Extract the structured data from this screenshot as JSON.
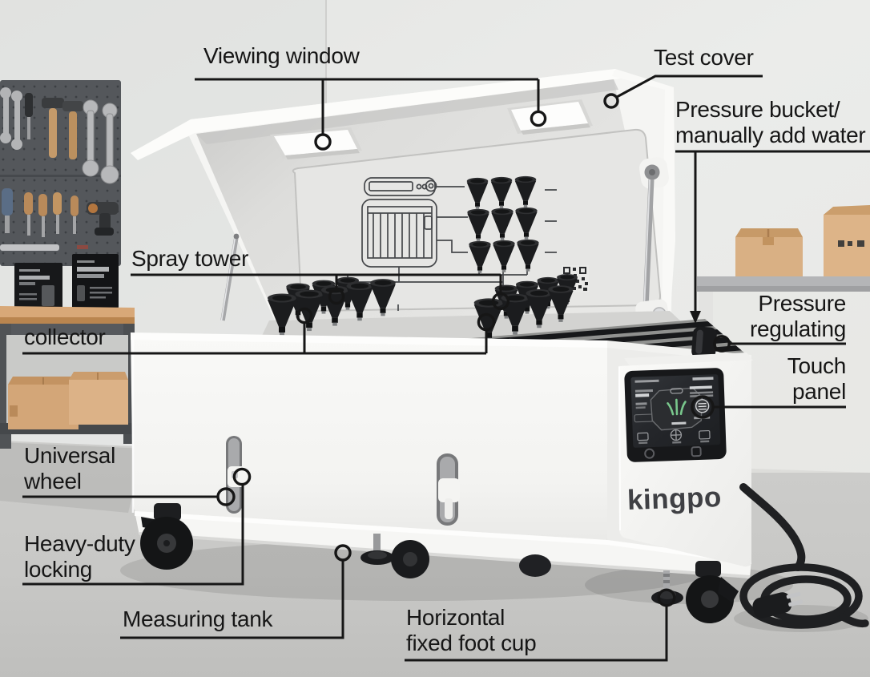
{
  "annotations": {
    "viewing_window": "Viewing window",
    "test_cover": "Test cover",
    "pressure_bucket": {
      "line1": "Pressure bucket/",
      "line2": "manually add water"
    },
    "spray_tower": "Spray tower",
    "collector": "collector",
    "pressure_regulating": {
      "line1": "Pressure",
      "line2": "regulating"
    },
    "touch_panel": {
      "line1": "Touch",
      "line2": "panel"
    },
    "universal_wheel": {
      "line1": "Universal",
      "line2": "wheel"
    },
    "heavy_duty_locking": {
      "line1": "Heavy-duty",
      "line2": "locking"
    },
    "measuring_tank": "Measuring tank",
    "horizontal_fixed_foot_cup": {
      "line1": "Horizontal",
      "line2": "fixed foot cup"
    }
  },
  "machine": {
    "brand_logo": "kingpo"
  },
  "icons": {
    "qr_code": "qr-code",
    "sprout_icon": "green sprout on touch screen",
    "home_circle_icon": "circle nav button under screen",
    "back_square_icon": "square nav button under screen"
  },
  "colors": {
    "annotation_line": "#161616",
    "machine_white": "#f7f7f5",
    "lid_interior": "#dededc",
    "screen_bg": "#222427",
    "accent_green": "#79c78c",
    "wall": "#e9eae8",
    "floor": "#c9c9c7",
    "cardboard": "#d8ad7e",
    "pegboard": "#54575b",
    "cone_black": "#1c1d1f",
    "logo_gray": "#3f4044"
  }
}
